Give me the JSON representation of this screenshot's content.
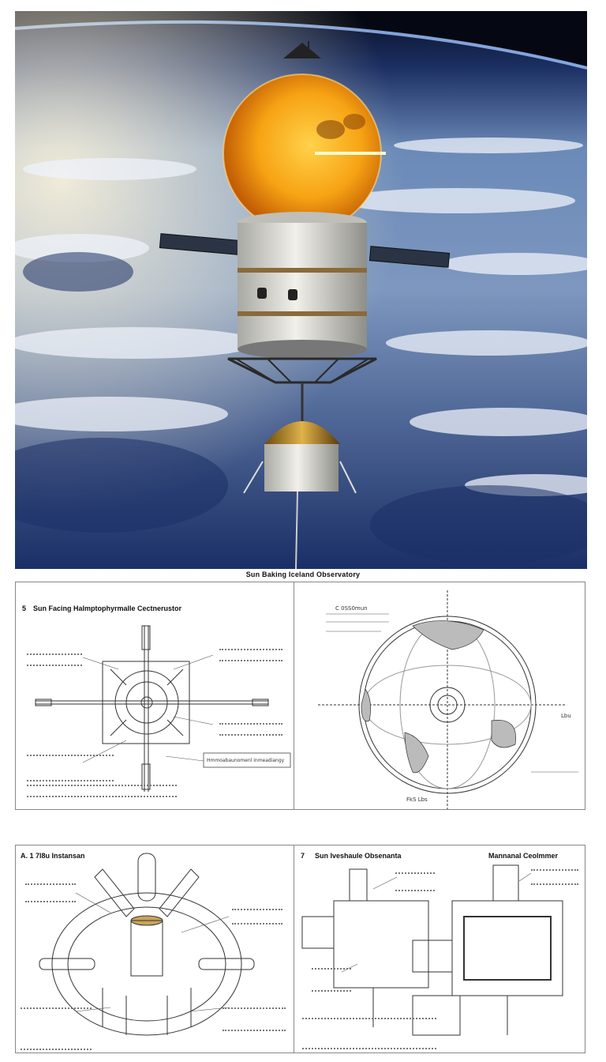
{
  "caption": "Sun Baking Iceland Observatory",
  "panel1": {
    "marker": "5",
    "title": "Sun Facing Halmptophyrmalle Cectnerustor",
    "box_label": "Hmmoabaunomenl inmeadiangy"
  },
  "panel2": {
    "left_label": "C 0SS0mun",
    "right_label": "Lbu",
    "bottom_label": "FkS Lbs"
  },
  "panel3": {
    "title": "A. 1 7l8u Instansan"
  },
  "panel4": {
    "marker": "7",
    "title": "Sun Iveshaule Obsenanta",
    "right_title": "Mannanal Ceolmmer"
  }
}
